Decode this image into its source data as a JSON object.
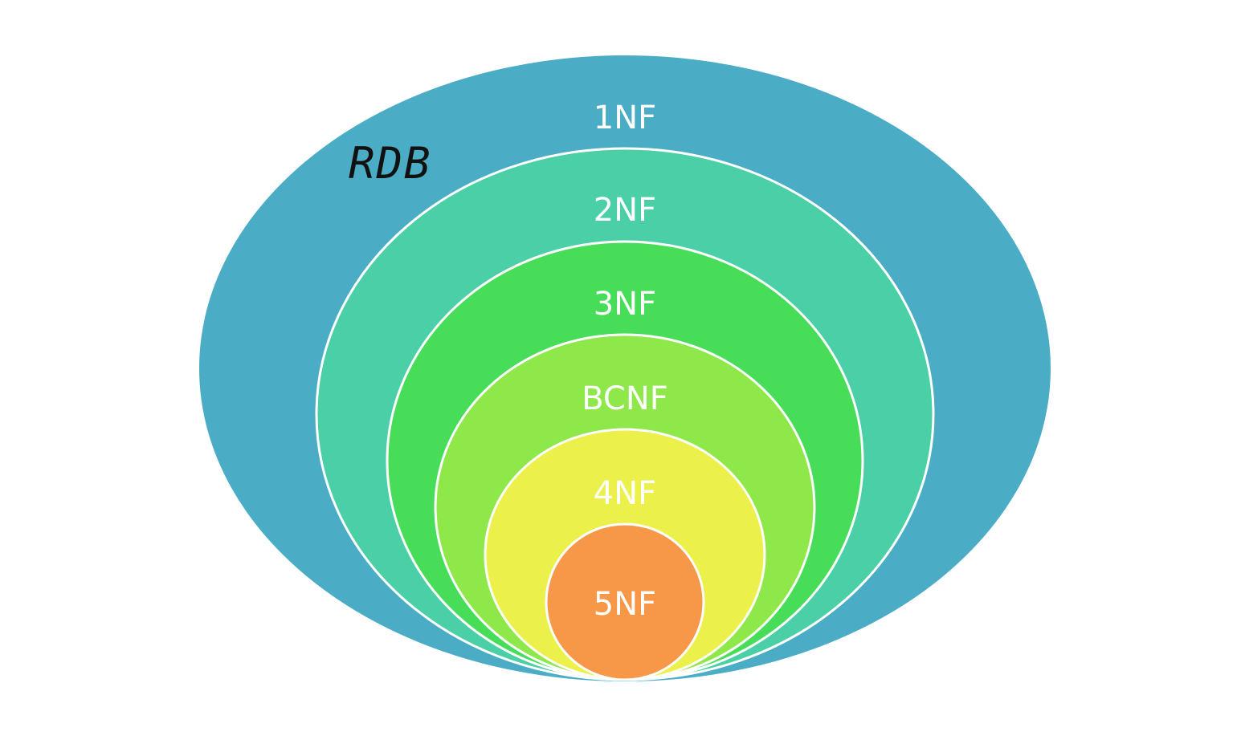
{
  "diagram": {
    "outer_label": "RDB",
    "levels": [
      {
        "label": "1NF",
        "color": "#4BACC6"
      },
      {
        "label": "2NF",
        "color": "#4BCFA6"
      },
      {
        "label": "3NF",
        "color": "#47DD59"
      },
      {
        "label": "BCNF",
        "color": "#8FE84A"
      },
      {
        "label": "4NF",
        "color": "#ECF04A"
      },
      {
        "label": "5NF",
        "color": "#F79849"
      }
    ]
  }
}
